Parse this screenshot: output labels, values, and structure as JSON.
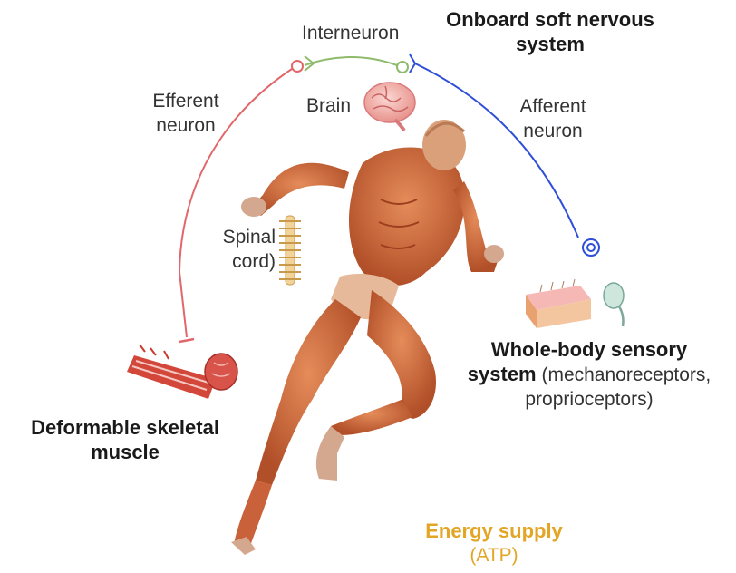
{
  "labels": {
    "interneuron": "Interneuron",
    "nervous_system_line1": "Onboard soft nervous",
    "nervous_system_line2": "system",
    "efferent_line1": "Efferent",
    "efferent_line2": "neuron",
    "brain": "Brain",
    "afferent_line1": "Afferent",
    "afferent_line2": "neuron",
    "spinal_line1": "Spinal",
    "spinal_line2": "cord)",
    "sensory_bold_line1": "Whole-body sensory",
    "sensory_bold_line2": "system",
    "sensory_normal_line2": " (mechanoreceptors,",
    "sensory_line3": "proprioceptors)",
    "muscle_line1": "Deformable skeletal",
    "muscle_line2": "muscle",
    "energy_line1": "Energy supply",
    "energy_line2": "(ATP)"
  },
  "colors": {
    "efferent": "#E2676A",
    "interneuron": "#8DBB6B",
    "afferent": "#2F4FD8",
    "energy": "#E3A526",
    "muscle": "#C9623A",
    "muscle_dark": "#9C3E1F",
    "muscle_light": "#E69A6C"
  },
  "icons": [
    "brain-icon",
    "spinal-cord-icon",
    "skin-tissue-icon",
    "sensory-receptor-icon",
    "muscle-fiber-icon",
    "running-human-figure"
  ]
}
